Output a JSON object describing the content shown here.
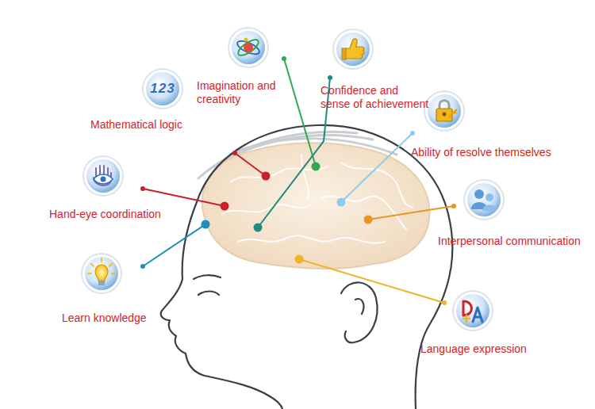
{
  "diagram": {
    "labels": [
      "Imagination and creativity",
      "Confidence and sense of achievement",
      "123",
      "Mathematical logic",
      "Ability of resolve themselves",
      "Hand-eye coordination",
      "Interpersonal communication",
      "Learn knowledge",
      "Language expression"
    ]
  }
}
